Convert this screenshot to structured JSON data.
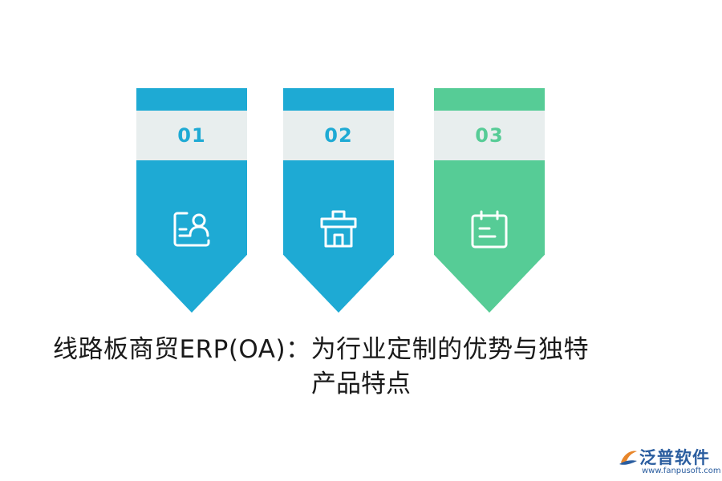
{
  "steps": [
    {
      "number": "01",
      "icon": "contact-card-icon",
      "color": "#1eaad4"
    },
    {
      "number": "02",
      "icon": "gift-box-icon",
      "color": "#1eaad4"
    },
    {
      "number": "03",
      "icon": "calendar-icon",
      "color": "#56cc96"
    }
  ],
  "title": {
    "line1": "线路板商贸ERP(OA)：为行业定制的优势与独特",
    "line2": "产品特点"
  },
  "logo": {
    "name": "泛普软件",
    "url": "www.fanpusoft.com",
    "color": "#2a5d9f"
  }
}
